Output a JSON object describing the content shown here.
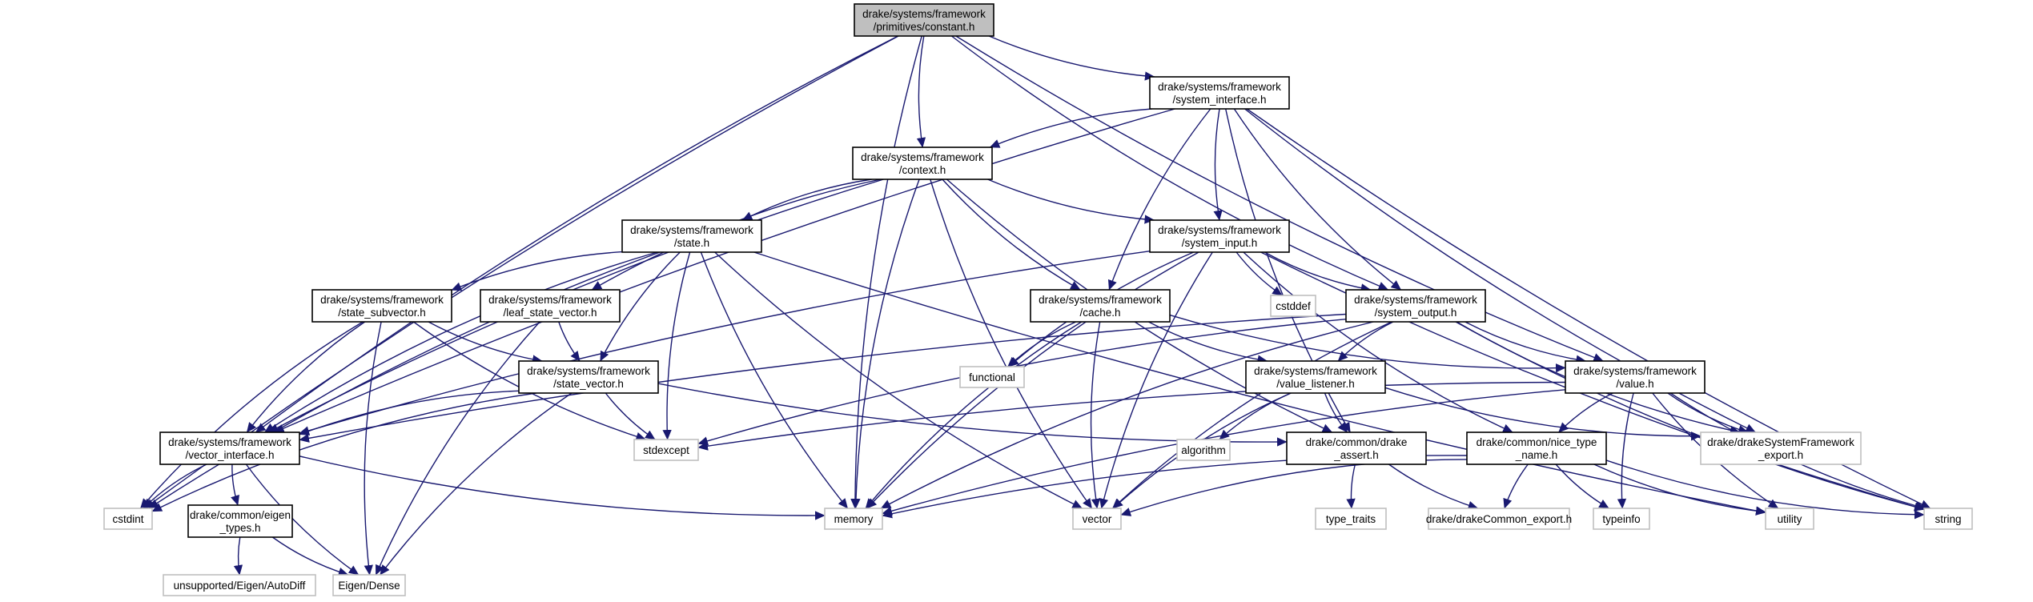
{
  "colors": {
    "edge": "#191970",
    "root_fill": "#bfbfbf",
    "header_border": "#000000",
    "system_border": "#bfbfbf"
  },
  "nodes": {
    "constant": {
      "kind": "root",
      "lines": [
        "drake/systems/framework",
        "/primitives/constant.h"
      ]
    },
    "system_interface": {
      "kind": "header",
      "lines": [
        "drake/systems/framework",
        "/system_interface.h"
      ]
    },
    "context": {
      "kind": "header",
      "lines": [
        "drake/systems/framework",
        "/context.h"
      ]
    },
    "state": {
      "kind": "header",
      "lines": [
        "drake/systems/framework",
        "/state.h"
      ]
    },
    "system_input": {
      "kind": "header",
      "lines": [
        "drake/systems/framework",
        "/system_input.h"
      ]
    },
    "state_subvector": {
      "kind": "header",
      "lines": [
        "drake/systems/framework",
        "/state_subvector.h"
      ]
    },
    "leaf_state_vector": {
      "kind": "header",
      "lines": [
        "drake/systems/framework",
        "/leaf_state_vector.h"
      ]
    },
    "cache": {
      "kind": "header",
      "lines": [
        "drake/systems/framework",
        "/cache.h"
      ]
    },
    "system_output": {
      "kind": "header",
      "lines": [
        "drake/systems/framework",
        "/system_output.h"
      ]
    },
    "state_vector": {
      "kind": "header",
      "lines": [
        "drake/systems/framework",
        "/state_vector.h"
      ]
    },
    "value_listener": {
      "kind": "header",
      "lines": [
        "drake/systems/framework",
        "/value_listener.h"
      ]
    },
    "value": {
      "kind": "header",
      "lines": [
        "drake/systems/framework",
        "/value.h"
      ]
    },
    "vector_interface": {
      "kind": "header",
      "lines": [
        "drake/systems/framework",
        "/vector_interface.h"
      ]
    },
    "drake_assert": {
      "kind": "header",
      "lines": [
        "drake/common/drake",
        "_assert.h"
      ]
    },
    "nice_type_name": {
      "kind": "header",
      "lines": [
        "drake/common/nice_type",
        "_name.h"
      ]
    },
    "eigen_types": {
      "kind": "header",
      "lines": [
        "drake/common/eigen",
        "_types.h"
      ]
    },
    "cstddef": {
      "kind": "system",
      "lines": [
        "cstddef"
      ]
    },
    "functional": {
      "kind": "system",
      "lines": [
        "functional"
      ]
    },
    "stdexcept": {
      "kind": "system",
      "lines": [
        "stdexcept"
      ]
    },
    "algorithm": {
      "kind": "system",
      "lines": [
        "algorithm"
      ]
    },
    "dsf_export": {
      "kind": "system",
      "lines": [
        "drake/drakeSystemFramework",
        "_export.h"
      ]
    },
    "cstdint": {
      "kind": "system",
      "lines": [
        "cstdint"
      ]
    },
    "memory": {
      "kind": "system",
      "lines": [
        "memory"
      ]
    },
    "vector": {
      "kind": "system",
      "lines": [
        "vector"
      ]
    },
    "type_traits": {
      "kind": "system",
      "lines": [
        "type_traits"
      ]
    },
    "dc_export": {
      "kind": "system",
      "lines": [
        "drake/drakeCommon_export.h"
      ]
    },
    "typeinfo": {
      "kind": "system",
      "lines": [
        "typeinfo"
      ]
    },
    "utility": {
      "kind": "system",
      "lines": [
        "utility"
      ]
    },
    "string": {
      "kind": "system",
      "lines": [
        "string"
      ]
    },
    "autodiff": {
      "kind": "system",
      "lines": [
        "unsupported/Eigen/AutoDiff"
      ]
    },
    "eigen_dense": {
      "kind": "system",
      "lines": [
        "Eigen/Dense"
      ]
    }
  },
  "edges": [
    [
      "constant",
      "system_interface"
    ],
    [
      "constant",
      "context"
    ],
    [
      "constant",
      "system_output"
    ],
    [
      "constant",
      "value"
    ],
    [
      "constant",
      "vector_interface"
    ],
    [
      "constant",
      "memory"
    ],
    [
      "constant",
      "cstdint"
    ],
    [
      "system_interface",
      "context"
    ],
    [
      "system_interface",
      "system_input"
    ],
    [
      "system_interface",
      "cache"
    ],
    [
      "system_interface",
      "system_output"
    ],
    [
      "system_interface",
      "drake_assert"
    ],
    [
      "system_interface",
      "dsf_export"
    ],
    [
      "system_interface",
      "string"
    ],
    [
      "system_interface",
      "vector_interface"
    ],
    [
      "context",
      "state"
    ],
    [
      "context",
      "system_input"
    ],
    [
      "context",
      "leaf_state_vector"
    ],
    [
      "context",
      "cache"
    ],
    [
      "context",
      "vector_interface"
    ],
    [
      "context",
      "memory"
    ],
    [
      "context",
      "vector"
    ],
    [
      "context",
      "drake_assert"
    ],
    [
      "state",
      "state_subvector"
    ],
    [
      "state",
      "state_vector"
    ],
    [
      "state",
      "vector_interface"
    ],
    [
      "state",
      "cstdint"
    ],
    [
      "state",
      "stdexcept"
    ],
    [
      "state",
      "memory"
    ],
    [
      "state",
      "vector"
    ],
    [
      "state",
      "utility"
    ],
    [
      "system_input",
      "cstddef"
    ],
    [
      "system_input",
      "functional"
    ],
    [
      "system_input",
      "system_output"
    ],
    [
      "system_input",
      "nice_type_name"
    ],
    [
      "system_input",
      "vector_interface"
    ],
    [
      "system_input",
      "memory"
    ],
    [
      "system_input",
      "vector"
    ],
    [
      "system_input",
      "string"
    ],
    [
      "state_subvector",
      "state_vector"
    ],
    [
      "state_subvector",
      "vector_interface"
    ],
    [
      "state_subvector",
      "cstdint"
    ],
    [
      "state_subvector",
      "stdexcept"
    ],
    [
      "state_subvector",
      "eigen_dense"
    ],
    [
      "leaf_state_vector",
      "state_vector"
    ],
    [
      "leaf_state_vector",
      "eigen_dense"
    ],
    [
      "cache",
      "functional"
    ],
    [
      "cache",
      "value_listener"
    ],
    [
      "cache",
      "value"
    ],
    [
      "cache",
      "memory"
    ],
    [
      "cache",
      "vector"
    ],
    [
      "system_output",
      "value_listener"
    ],
    [
      "system_output",
      "value"
    ],
    [
      "system_output",
      "stdexcept"
    ],
    [
      "system_output",
      "memory"
    ],
    [
      "system_output",
      "vector"
    ],
    [
      "system_output",
      "dsf_export"
    ],
    [
      "system_output",
      "string"
    ],
    [
      "system_output",
      "vector_interface"
    ],
    [
      "state_vector",
      "vector_interface"
    ],
    [
      "state_vector",
      "drake_assert"
    ],
    [
      "state_vector",
      "stdexcept"
    ],
    [
      "state_vector",
      "cstdint"
    ],
    [
      "state_vector",
      "eigen_dense"
    ],
    [
      "value_listener",
      "algorithm"
    ],
    [
      "value_listener",
      "drake_assert"
    ],
    [
      "value_listener",
      "vector"
    ],
    [
      "value_listener",
      "dsf_export"
    ],
    [
      "value",
      "nice_type_name"
    ],
    [
      "value",
      "dsf_export"
    ],
    [
      "value",
      "stdexcept"
    ],
    [
      "value",
      "memory"
    ],
    [
      "value",
      "typeinfo"
    ],
    [
      "value",
      "string"
    ],
    [
      "value",
      "utility"
    ],
    [
      "vector_interface",
      "eigen_types"
    ],
    [
      "vector_interface",
      "cstdint"
    ],
    [
      "vector_interface",
      "memory"
    ],
    [
      "vector_interface",
      "eigen_dense"
    ],
    [
      "drake_assert",
      "type_traits"
    ],
    [
      "drake_assert",
      "dc_export"
    ],
    [
      "nice_type_name",
      "dc_export"
    ],
    [
      "nice_type_name",
      "memory"
    ],
    [
      "nice_type_name",
      "vector"
    ],
    [
      "nice_type_name",
      "typeinfo"
    ],
    [
      "nice_type_name",
      "string"
    ],
    [
      "nice_type_name",
      "utility"
    ],
    [
      "eigen_types",
      "autodiff"
    ],
    [
      "eigen_types",
      "eigen_dense"
    ]
  ]
}
